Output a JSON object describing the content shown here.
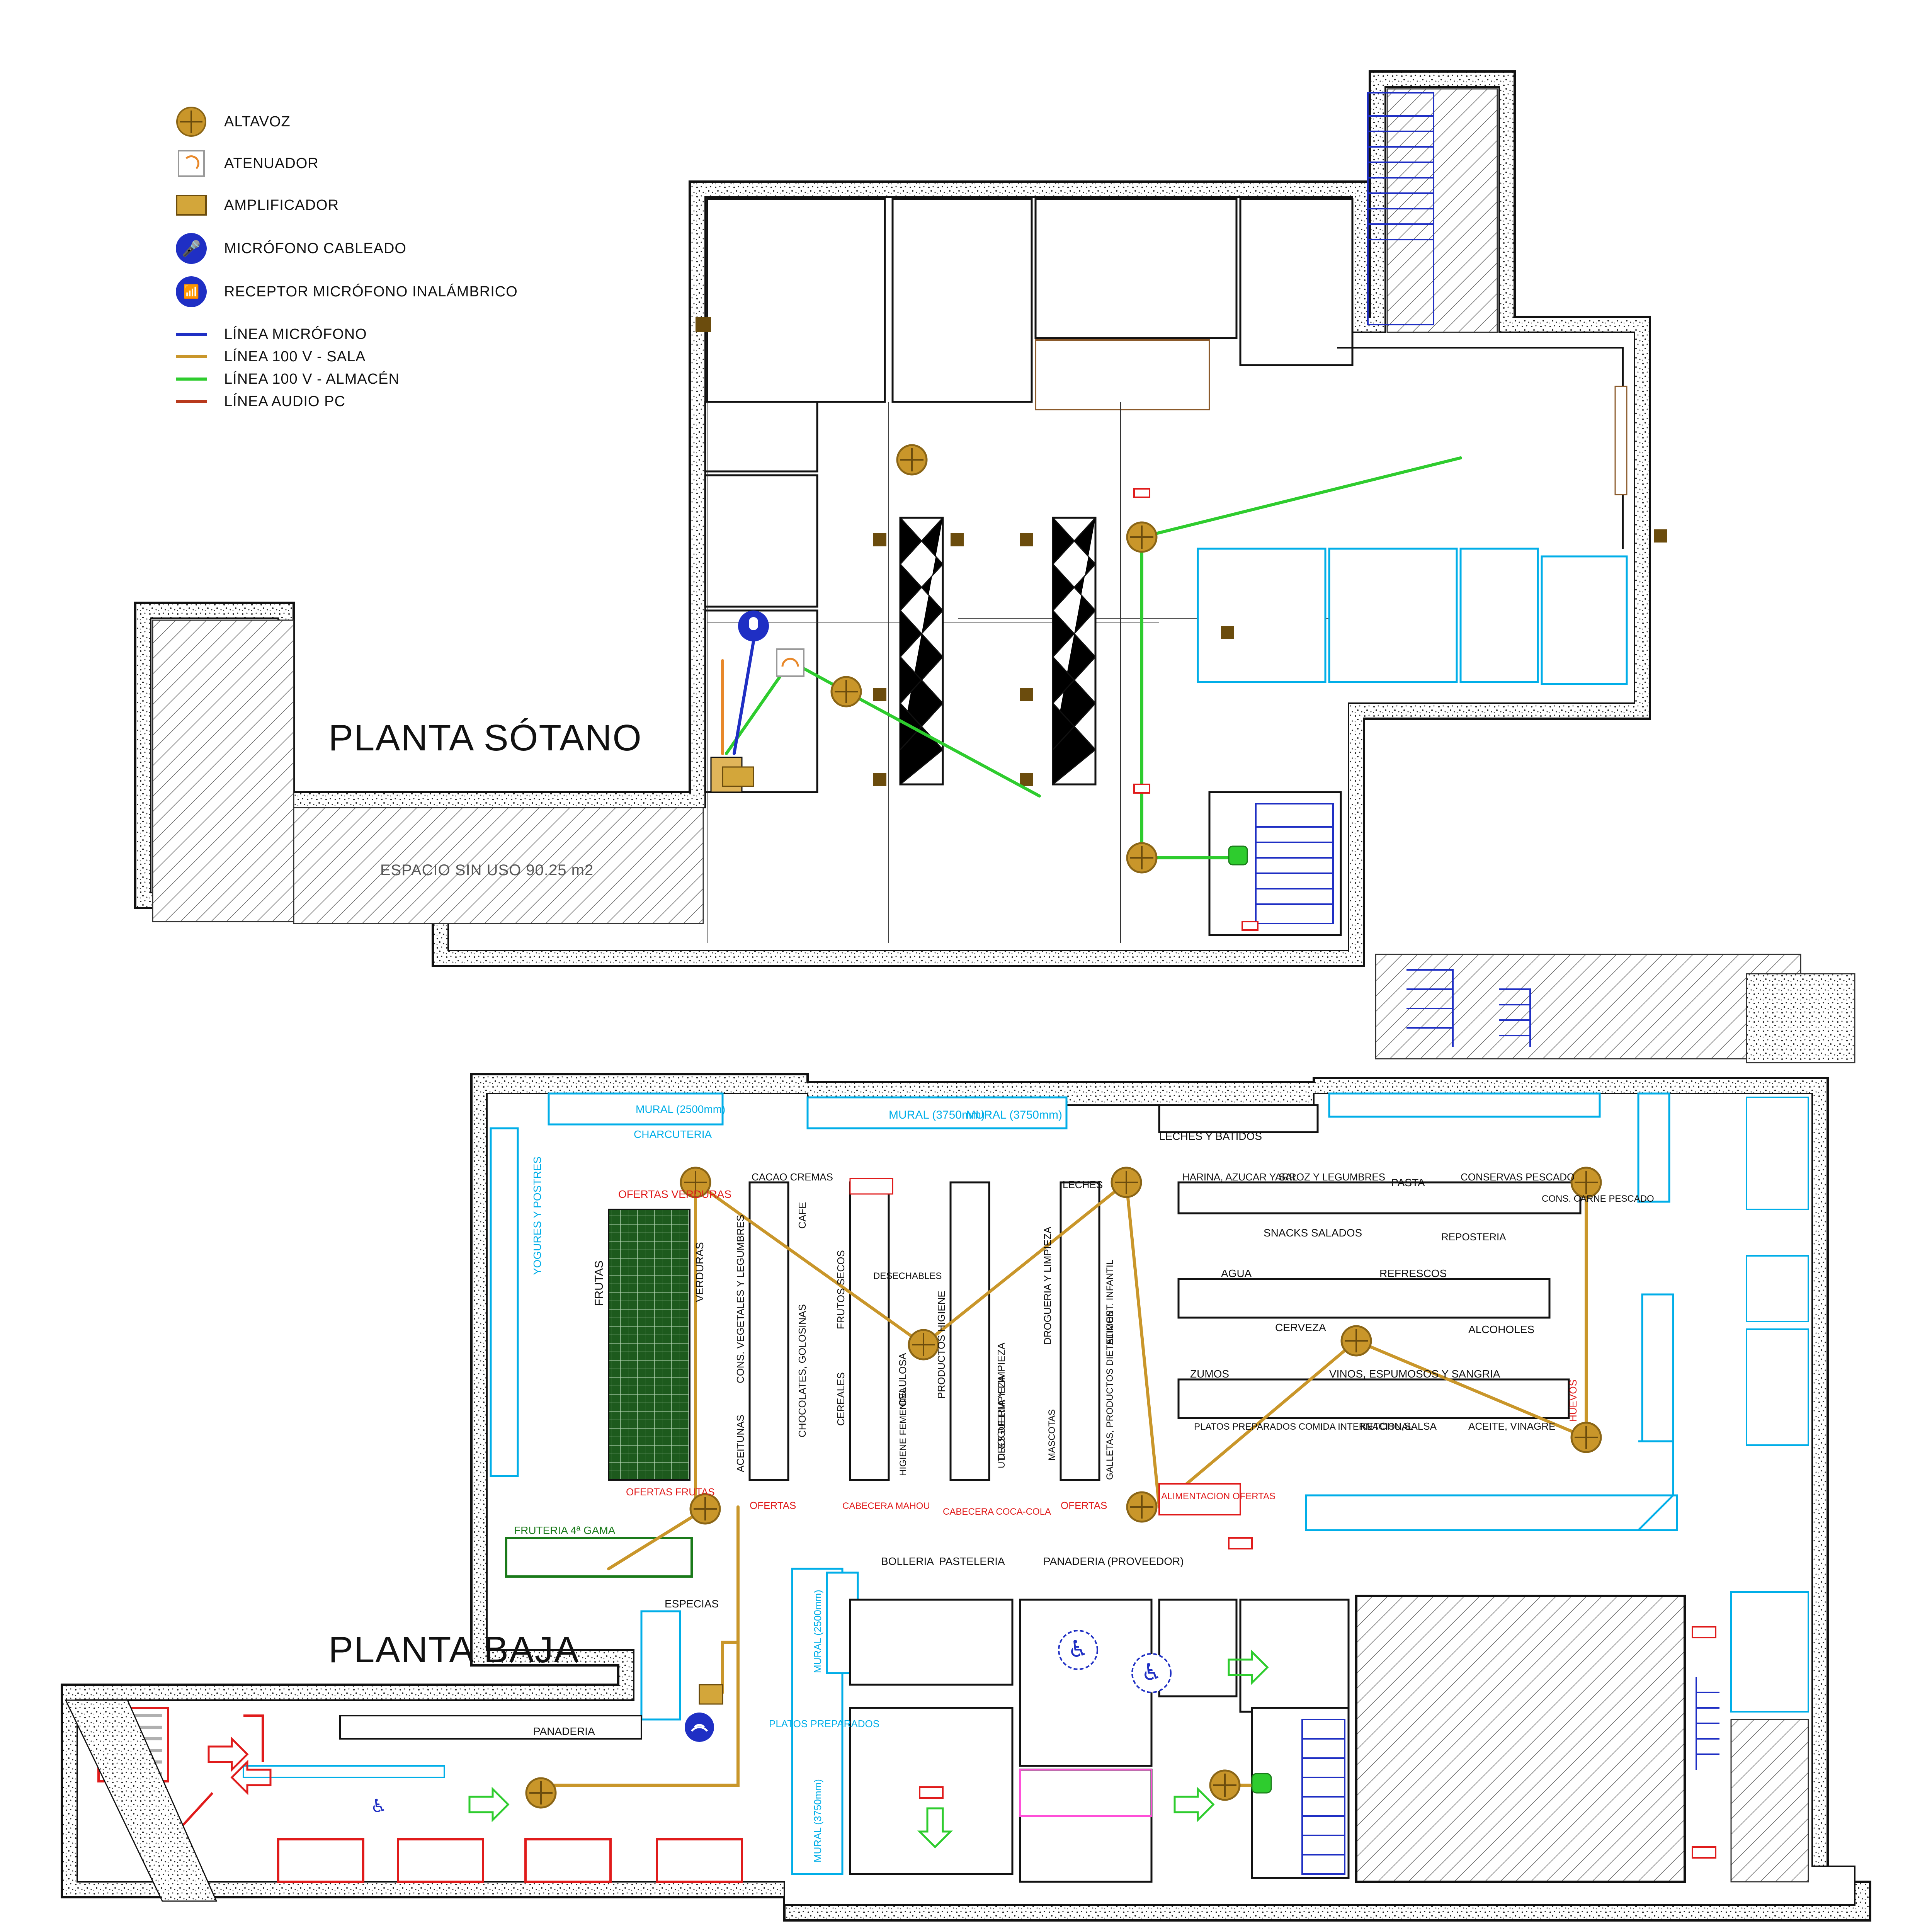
{
  "legend": {
    "items": [
      {
        "label": "ALTAVOZ",
        "symbol": "speaker"
      },
      {
        "label": "ATENUADOR",
        "symbol": "attenuator"
      },
      {
        "label": "AMPLIFICADOR",
        "symbol": "amplifier"
      },
      {
        "label": "MICRÓFONO CABLEADO",
        "symbol": "wired-mic"
      },
      {
        "label": "RECEPTOR MICRÓFONO INALÁMBRICO",
        "symbol": "wireless-receiver"
      },
      {
        "label": "LÍNEA MICRÓFONO",
        "color": "#1f2fc4"
      },
      {
        "label": "LÍNEA 100 V - SALA",
        "color": "#c9962a"
      },
      {
        "label": "LÍNEA 100 V - ALMACÉN",
        "color": "#2ecc2e"
      },
      {
        "label": "LÍNEA AUDIO PC",
        "color": "#b8391c"
      }
    ]
  },
  "basement": {
    "title": "PLANTA  SÓTANO",
    "unused_space": "ESPACIO SIN USO 90.25 m2"
  },
  "ground": {
    "title": "PLANTA BAJA",
    "labels": {
      "mural_charcuteria_1": "MURAL (3750mm)",
      "mural_charcuteria_2": "MURAL (3750mm)",
      "mural_top_left": "MURAL (2500mm)",
      "charcuteria": "CHARCUTERIA",
      "leches_batidos": "LECHES Y BATIDOS",
      "harina": "HARINA, AZUCAR Y SAL",
      "arroz": "ARROZ Y LEGUMBRES",
      "pasta": "PASTA",
      "conservas": "CONSERVAS PESCADO",
      "snacks": "SNACKS SALADOS",
      "reposteria": "REPOSTERIA",
      "agua": "AGUA",
      "refrescos": "REFRESCOS",
      "cerveza": "CERVEZA",
      "alcoholes": "ALCOHOLES",
      "zumos": "ZUMOS",
      "vinos": "VINOS, ESPUMOSOS Y SANGRIA",
      "platos": "PLATOS PREPARADOS COMIDA INTERNACIONAL",
      "ketchup": "KETCHU,SALSA",
      "aceite": "ACEITE, VINAGRE",
      "ofertas_verduras": "OFERTAS VERDURAS",
      "ofertas_frutas": "OFERTAS FRUTAS",
      "ofertas": "OFERTAS",
      "cabecera_mahou": "CABECERA MAHOU",
      "cabecera_coca": "CABECERA COCA-COLA",
      "alimentacion_ofertas": "ALIMENTACION OFERTAS",
      "bolleria": "BOLLERIA",
      "pasteleria": "PASTELERIA",
      "panaderia_prov": "PANADERIA (PROVEEDOR)",
      "panaderia": "PANADERIA",
      "especias": "ESPECIAS",
      "fruteria": "FRUTERIA 4ª GAMA",
      "leches": "LECHES",
      "cacao": "CACAO CREMAS",
      "yogures": "YOGURES Y POSTRES",
      "frutas": "FRUTAS",
      "verduras": "VERDURAS",
      "cons_vegetales": "CONS. VEGETALES Y LEGUMBRES",
      "chocolates": "CHOCOLATES, GOLOSINAS",
      "cafe": "CAFE",
      "aceitunas": "ACEITUNAS",
      "cereales": "CEREALES",
      "frutos_secos": "FRUTOS SECOS",
      "desechables": "DESECHABLES",
      "celulosa": "CELULOSA",
      "higiene_fem": "HIGIENE FEMENINA",
      "productos_higiene": "PRODUCTOS HIGIENE",
      "drogueria": "DROGUERIA Y LIMPIEZA",
      "utiles": "UTILES DE LIMPIEZA",
      "mascotas": "MASCOTAS",
      "alim_infantil": "ALIMENT. INFANTIL",
      "galletas": "GALLETAS, PRODUCTOS DIETETICOS",
      "huevos": "HUEVOS",
      "carne": "CONS. CARNE PESCADO",
      "platos_prep": "PLATOS PREPARADOS",
      "mural_2500": "MURAL (2500mm)",
      "mural_3750": "MURAL (3750mm)"
    }
  },
  "colors": {
    "speaker": "#c9962a",
    "line_sala": "#c9962a",
    "line_almacen": "#2ecc2e",
    "line_mic": "#1f2fc4",
    "line_pc": "#b8391c",
    "cyan": "#00aee8",
    "red": "#e01b1b",
    "green_fixture": "#1a7a1a"
  },
  "speakers_basement": [
    [
      2360,
      1190
    ],
    [
      2955,
      1390
    ],
    [
      2190,
      1790
    ],
    [
      2955,
      2220
    ]
  ],
  "speakers_ground": [
    [
      1800,
      3060
    ],
    [
      2915,
      3060
    ],
    [
      4105,
      3060
    ],
    [
      2390,
      3480
    ],
    [
      3510,
      3470
    ],
    [
      4105,
      3720
    ],
    [
      1825,
      3905
    ],
    [
      2955,
      3900
    ],
    [
      1400,
      4640
    ],
    [
      3170,
      4620
    ]
  ]
}
